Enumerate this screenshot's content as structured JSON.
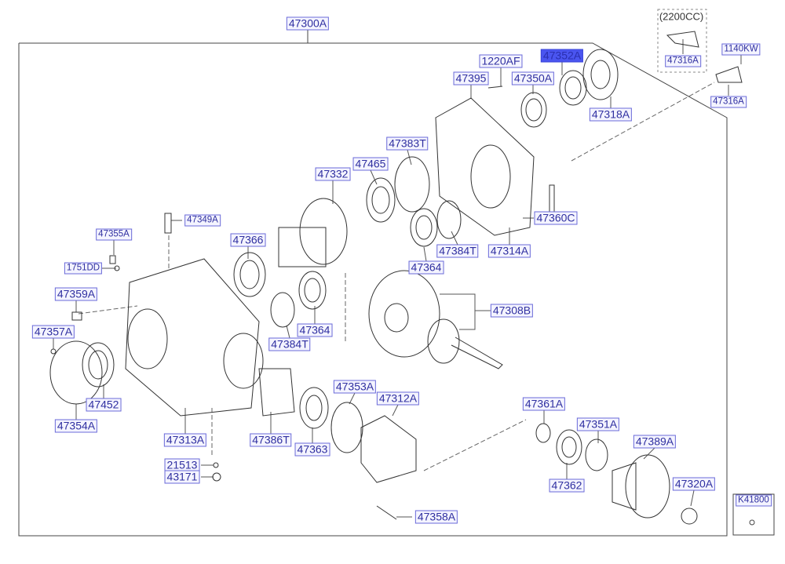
{
  "diagram": {
    "assembly_label": "47300A",
    "variant_note": "(2200CC)",
    "part_labels": {
      "p47316A_variant": "47316A",
      "p1140KW": "1140KW",
      "p47316A": "47316A",
      "p47352A": "47352A",
      "p1220AF": "1220AF",
      "p47395": "47395",
      "p47350A": "47350A",
      "p47318A": "47318A",
      "p47383T": "47383T",
      "p47332": "47332",
      "p47465": "47465",
      "p47349A": "47349A",
      "p47355A": "47355A",
      "p47366": "47366",
      "p47360C": "47360C",
      "p1751DD": "1751DD",
      "p47384T_a": "47384T",
      "p47314A": "47314A",
      "p47364_a": "47364",
      "p47359A": "47359A",
      "p47308B": "47308B",
      "p47357A": "47357A",
      "p47364_b": "47364",
      "p47384T_b": "47384T",
      "p47452": "47452",
      "p47354A": "47354A",
      "p47353A": "47353A",
      "p47312A": "47312A",
      "p47361A": "47361A",
      "p47351A": "47351A",
      "p47386T": "47386T",
      "p47313A": "47313A",
      "p47363": "47363",
      "p47389A": "47389A",
      "p21513": "21513",
      "p43171": "43171",
      "p47362": "47362",
      "p47320A": "47320A",
      "pK41800": "K41800",
      "p47358A": "47358A"
    },
    "colors": {
      "label_text": "#2f2fa0",
      "label_border": "#6a6ad8",
      "highlight": "#4a55f0"
    }
  }
}
